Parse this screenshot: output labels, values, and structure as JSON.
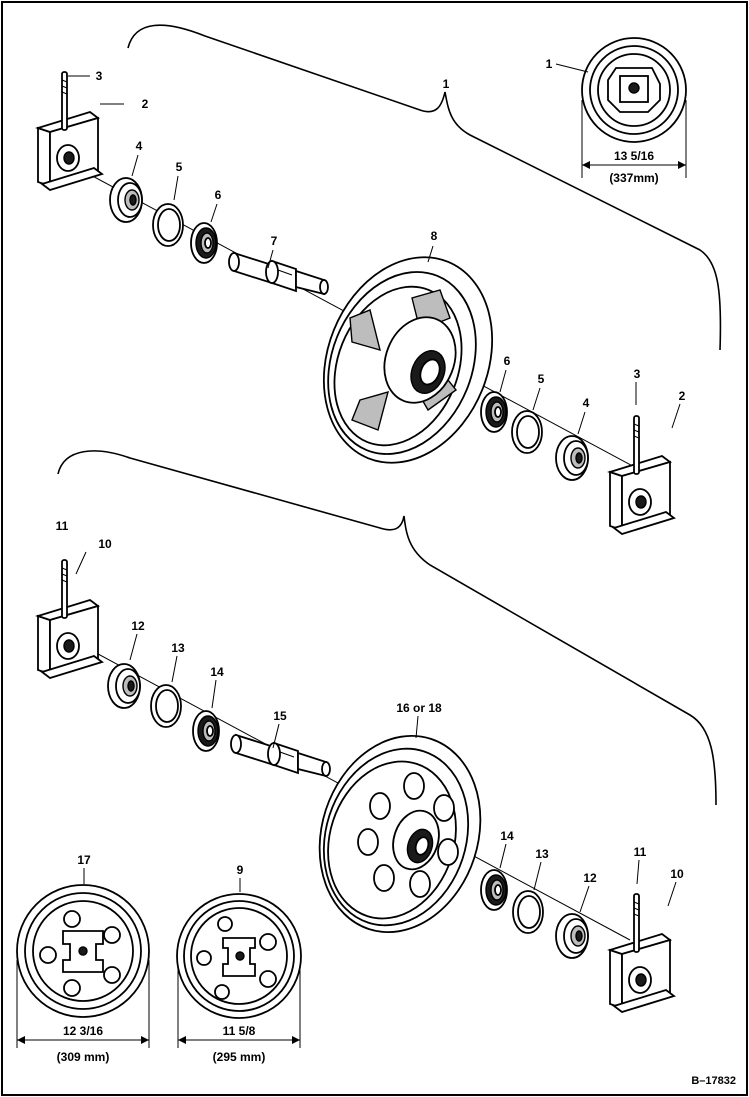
{
  "figure": {
    "reference_number": "B–17832"
  },
  "callouts": {
    "c1_detail": "1",
    "c1_main": "1",
    "c2_left": "2",
    "c2_right": "2",
    "c3_left": "3",
    "c3_right": "3",
    "c4_left": "4",
    "c4_right": "4",
    "c5_left": "5",
    "c5_right": "5",
    "c6_left": "6",
    "c6_right": "6",
    "c7": "7",
    "c8": "8",
    "c9": "9",
    "c10_left": "10",
    "c10_right": "10",
    "c11_left": "11",
    "c11_right": "11",
    "c12_left": "12",
    "c12_right": "12",
    "c13_left": "13",
    "c13_right": "13",
    "c14_left": "14",
    "c14_right": "14",
    "c15": "15",
    "c16_18": "16 or 18",
    "c17": "17"
  },
  "dimensions": {
    "idler_1_in": "13 5/16",
    "idler_1_mm": "(337mm)",
    "idler_17_in": "12 3/16",
    "idler_17_mm": "(309 mm)",
    "idler_9_in": "11 5/8",
    "idler_9_mm": "(295 mm)"
  }
}
